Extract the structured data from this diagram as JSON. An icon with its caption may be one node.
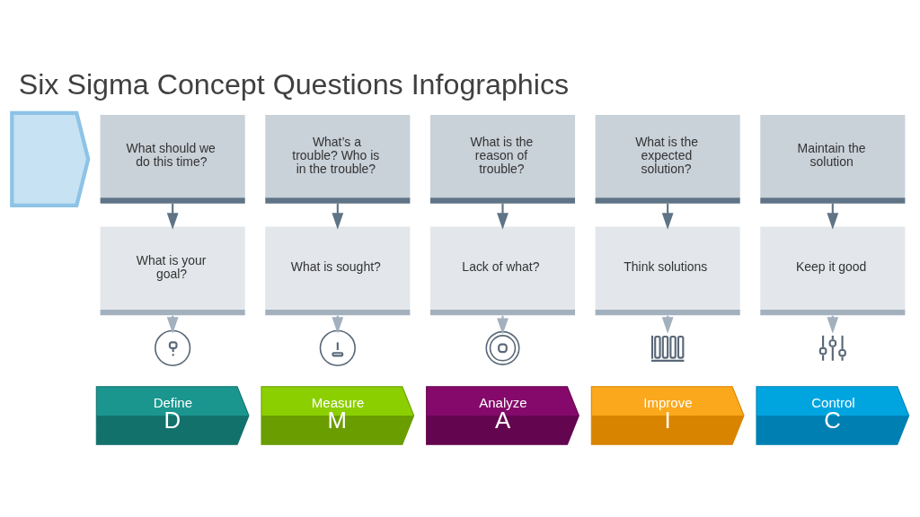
{
  "diagram": {
    "title": "Six Sigma Concept Questions Infographics",
    "nodes": [
      {
        "text": [],
        "shape": "chevron"
      },
      {
        "text": [
          "What should we do this time?"
        ]
      },
      {
        "text": [
          "What’s a trouble? Who is in the trouble?"
        ]
      },
      {
        "text": [
          "What is the reason of trouble?"
        ]
      },
      {
        "text": [
          "What is the expected solution?"
        ]
      },
      {
        "text": [
          "Maintain the solution"
        ]
      },
      {
        "text": [
          "What is your goal?"
        ]
      },
      {
        "text": [
          "What is sought?"
        ]
      },
      {
        "text": [
          "Lack of what?"
        ]
      },
      {
        "text": [
          "Think solutions"
        ]
      },
      {
        "text": [
          "Keep it good"
        ]
      },
      {
        "text": [],
        "shape": "picture"
      },
      {
        "text": [],
        "shape": "picture"
      },
      {
        "text": [],
        "shape": "picture"
      },
      {
        "text": [],
        "shape": "picture"
      },
      {
        "text": [],
        "shape": "picture"
      },
      {
        "text": [
          "Define",
          "D"
        ]
      },
      {
        "text": [
          "Measure",
          "M"
        ]
      },
      {
        "text": [
          "Analyze",
          "A"
        ]
      },
      {
        "text": [
          "Improve",
          "I"
        ]
      },
      {
        "text": [
          "Control",
          "C"
        ]
      }
    ],
    "edges": [
      {
        "from": 1,
        "to": 6,
        "arrow": "to"
      },
      {
        "from": 2,
        "to": 7,
        "arrow": "to"
      },
      {
        "from": 3,
        "to": 8,
        "arrow": "to"
      },
      {
        "from": 4,
        "to": 9,
        "arrow": "to"
      },
      {
        "from": 5,
        "to": 10,
        "arrow": "to"
      },
      {
        "from": 6,
        "to": 11,
        "arrow": "to",
        "color": "#a3b1be"
      },
      {
        "from": 7,
        "to": 12,
        "arrow": "to",
        "color": "#a3b1be"
      },
      {
        "from": 8,
        "to": 13,
        "arrow": "to",
        "color": "#a3b1be"
      },
      {
        "from": 9,
        "to": 14,
        "arrow": "to",
        "color": "#a3b1be"
      },
      {
        "from": 10,
        "to": 15,
        "arrow": "to",
        "color": "#a3b1be"
      }
    ]
  }
}
